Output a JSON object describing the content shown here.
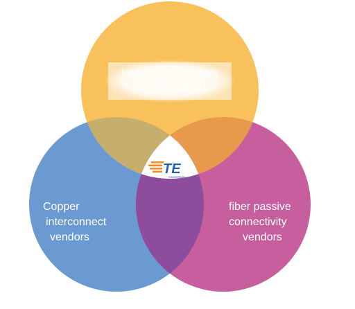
{
  "diagram": {
    "type": "venn-3",
    "sets": [
      {
        "id": "transceiver",
        "lines": [
          "transceiver vendors",
          "- active optical"
        ],
        "color": "#F9C15C"
      },
      {
        "id": "copper",
        "lines": [
          "Copper",
          "interconnect",
          "vendors"
        ],
        "color": "#6B99D2"
      },
      {
        "id": "fiber",
        "lines": [
          "fiber passive",
          "connectivity",
          "vendors"
        ],
        "color": "#C75E9E"
      }
    ],
    "overlap_colors": {
      "transceiver_copper": "#C6AF6D",
      "transceiver_fiber": "#E89A4C",
      "copper_fiber": "#8E4C9C"
    },
    "center_logo": {
      "mark": "TE",
      "sub": "connectivity",
      "brand_orange": "#F28C28",
      "brand_blue": "#2563A8",
      "center_fill": "#FFFFFF"
    }
  }
}
